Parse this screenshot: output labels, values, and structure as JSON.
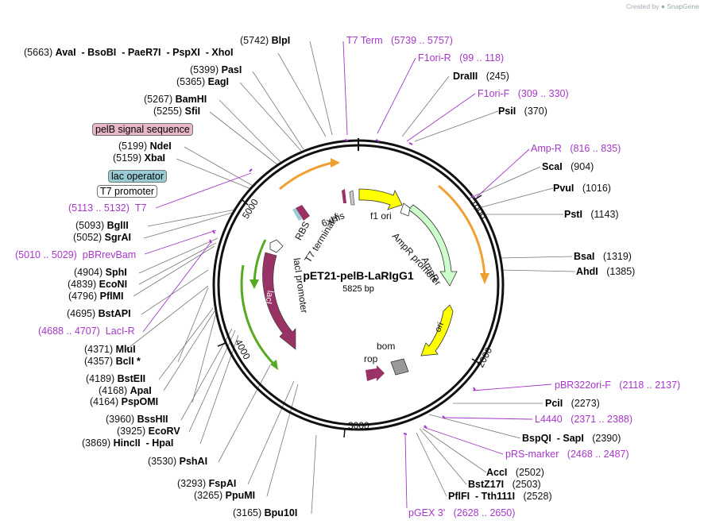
{
  "credit": {
    "prefix": "Created by",
    "brand": "SnapGene"
  },
  "plasmid": {
    "name": "pET21-pelB-LaRIgG1",
    "length": "5825 bp"
  },
  "scale_ticks": [
    "1000",
    "2000",
    "3000",
    "4000",
    "5000"
  ],
  "features": [
    "6xHis",
    "f1 ori",
    "AmpR promoter",
    "AmpR",
    "ori",
    "bom",
    "rop",
    "lacI",
    "lacI promoter",
    "RBS",
    "T7 terminator"
  ],
  "feature_boxes": {
    "pelb": "pelB signal sequence",
    "lacop": "lac operator",
    "t7prom": "T7 promoter"
  },
  "colors": {
    "ampr": "#ccffcc",
    "ori": "#ffff00",
    "laci": "#993366",
    "pelb": "#e8b8c8",
    "lacop": "#99ccd4",
    "primer": "#a637c9",
    "orange_arc": "#f0a030",
    "green_arc": "#55aa22"
  },
  "left_labels": [
    {
      "pos": "(5742)",
      "name": "BlpI"
    },
    {
      "pos": "(5663)",
      "name": "AvaI  - BsoBI  - PaeR7I  - PspXI  - XhoI"
    },
    {
      "pos": "(5399)",
      "name": "PasI"
    },
    {
      "pos": "(5365)",
      "name": "EagI"
    },
    {
      "pos": "(5267)",
      "name": "BamHI"
    },
    {
      "pos": "(5255)",
      "name": "SfiI"
    },
    {
      "pos": "(5199)",
      "name": "NdeI"
    },
    {
      "pos": "(5159)",
      "name": "XbaI"
    },
    {
      "pos": "(5093)",
      "name": "BglII"
    },
    {
      "pos": "(5052)",
      "name": "SgrAI"
    },
    {
      "pos": "(4904)",
      "name": "SphI"
    },
    {
      "pos": "(4839)",
      "name": "EcoNI"
    },
    {
      "pos": "(4796)",
      "name": "PflMI"
    },
    {
      "pos": "(4695)",
      "name": "BstAPI"
    },
    {
      "pos": "(4371)",
      "name": "MluI"
    },
    {
      "pos": "(4357)",
      "name": "BclI *"
    },
    {
      "pos": "(4189)",
      "name": "BstEII"
    },
    {
      "pos": "(4168)",
      "name": "ApaI"
    },
    {
      "pos": "(4164)",
      "name": "PspOMI"
    },
    {
      "pos": "(3960)",
      "name": "BssHII"
    },
    {
      "pos": "(3925)",
      "name": "EcoRV"
    },
    {
      "pos": "(3869)",
      "name": "HincII  - HpaI"
    },
    {
      "pos": "(3530)",
      "name": "PshAI"
    },
    {
      "pos": "(3293)",
      "name": "FspAI"
    },
    {
      "pos": "(3265)",
      "name": "PpuMI"
    },
    {
      "pos": "(3165)",
      "name": "Bpu10I"
    }
  ],
  "right_labels": [
    {
      "name": "DraIII",
      "pos": "(245)"
    },
    {
      "name": "PsiI",
      "pos": "(370)"
    },
    {
      "name": "ScaI",
      "pos": "(904)"
    },
    {
      "name": "PvuI",
      "pos": "(1016)"
    },
    {
      "name": "PstI",
      "pos": "(1143)"
    },
    {
      "name": "BsaI",
      "pos": "(1319)"
    },
    {
      "name": "AhdI",
      "pos": "(1385)"
    },
    {
      "name": "PciI",
      "pos": "(2273)"
    },
    {
      "name": "BspQI  - SapI",
      "pos": "(2390)"
    },
    {
      "name": "AccI",
      "pos": "(2502)"
    },
    {
      "name": "BstZ17I",
      "pos": "(2503)"
    },
    {
      "name": "PflFI  - Tth111I",
      "pos": "(2528)"
    }
  ],
  "primers": [
    {
      "name": "T7 Term",
      "range": "(5739 .. 5757)"
    },
    {
      "name": "F1ori-R",
      "range": "(99 .. 118)"
    },
    {
      "name": "F1ori-F",
      "range": "(309 .. 330)"
    },
    {
      "name": "Amp-R",
      "range": "(816 .. 835)"
    },
    {
      "name": "pBR322ori-F",
      "range": "(2118 .. 2137)"
    },
    {
      "name": "L4440",
      "range": "(2371 .. 2388)"
    },
    {
      "name": "pRS-marker",
      "range": "(2468 .. 2487)"
    },
    {
      "name": "pGEX 3'",
      "range": "(2628 .. 2650)"
    },
    {
      "name": "T7",
      "range": "(5113 .. 5132)"
    },
    {
      "name": "pBRrevBam",
      "range": "(5010 .. 5029)"
    },
    {
      "name": "LacI-R",
      "range": "(4688 .. 4707)"
    }
  ]
}
